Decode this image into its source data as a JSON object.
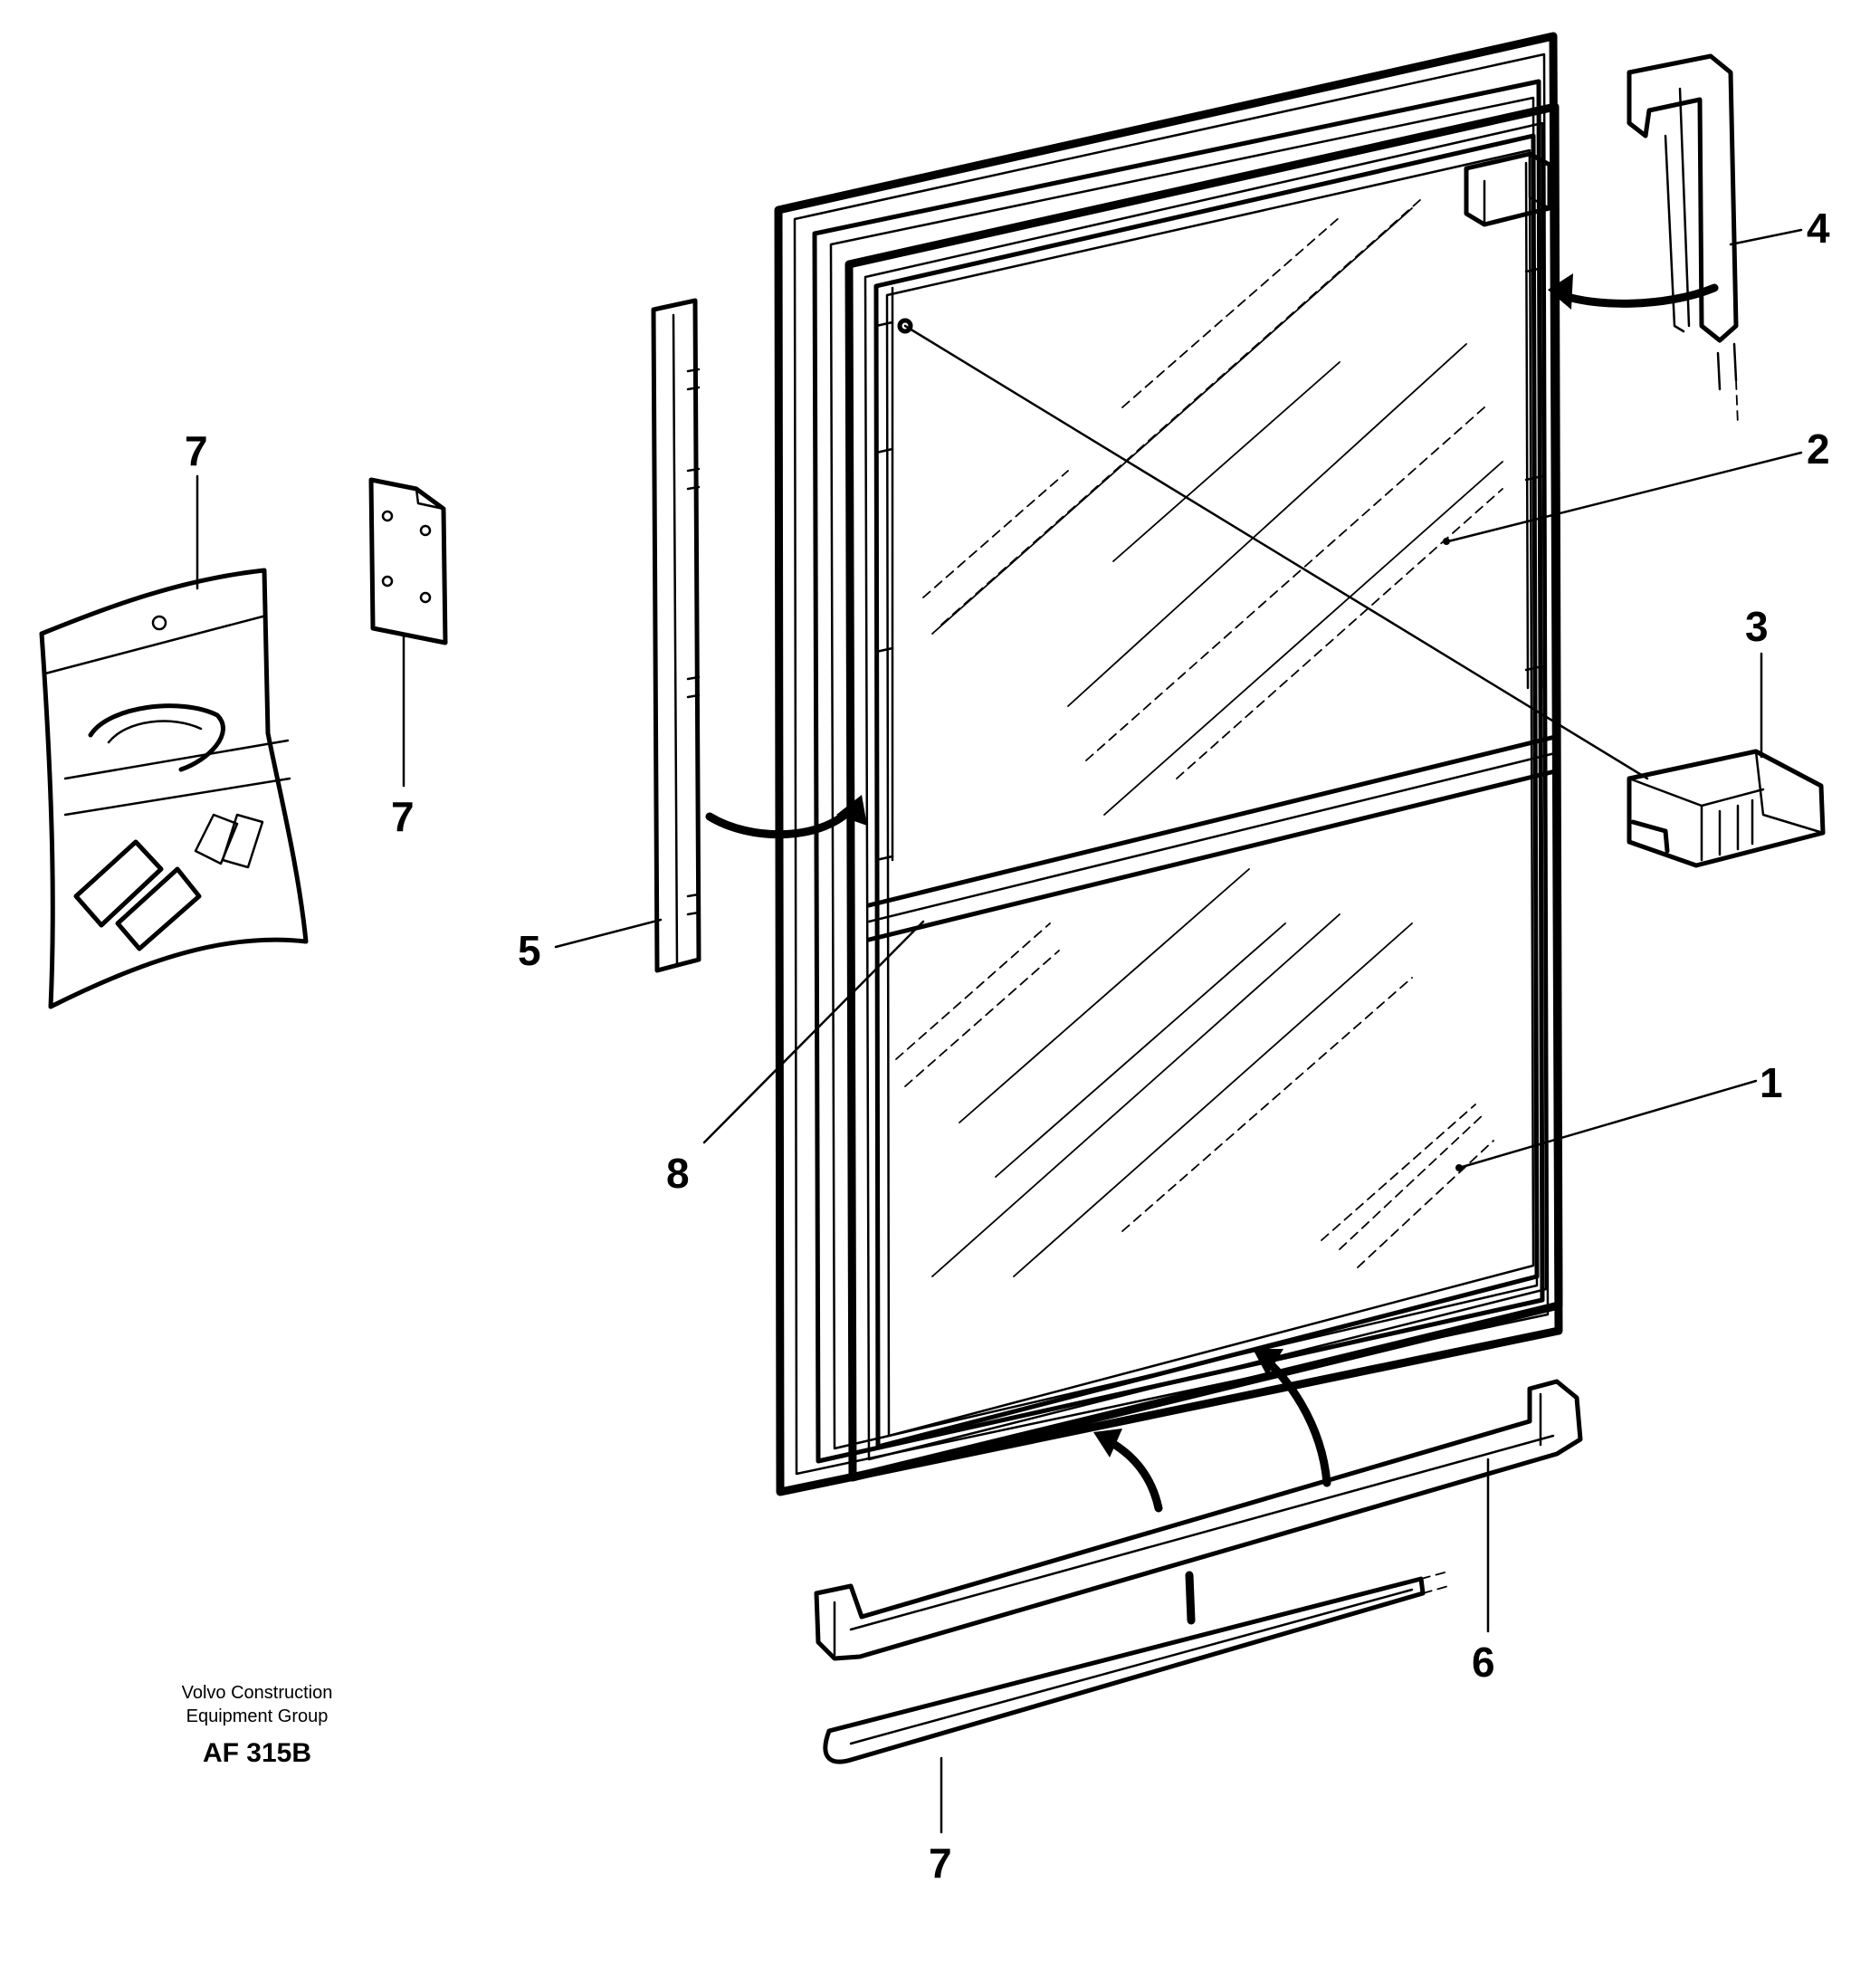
{
  "callouts": {
    "c1": "1",
    "c2": "2",
    "c3": "3",
    "c4": "4",
    "c5": "5",
    "c6": "6",
    "c7_bag": "7",
    "c7_plate": "7",
    "c7_strip": "7",
    "c8": "8"
  },
  "footer": {
    "company_line1": "Volvo Construction",
    "company_line2": "Equipment Group",
    "figure_code": "AF 315B"
  },
  "icons": {
    "kit_bag": "parts-bag-icon",
    "plate": "mounting-plate-icon",
    "window": "sliding-window-frame",
    "latch": "window-latch-icon"
  }
}
